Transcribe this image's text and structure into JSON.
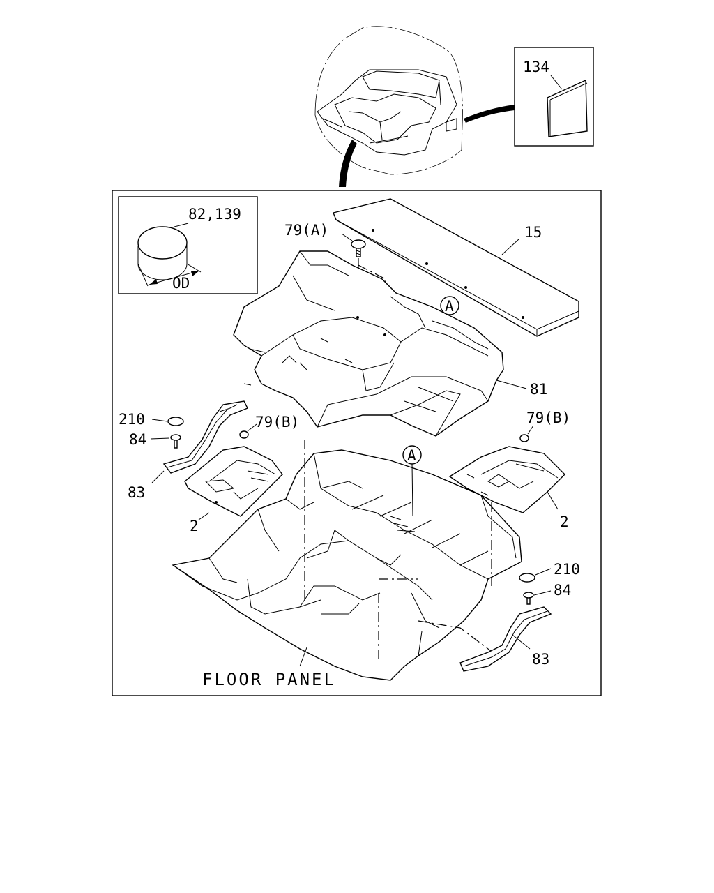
{
  "diagram": {
    "labels": {
      "part_134": "134",
      "part_82_139": "82,139",
      "dim_od": "OD",
      "part_79a": "79(A)",
      "part_15": "15",
      "ref_a_upper": "A",
      "part_81": "81",
      "part_210_left": "210",
      "part_84_left": "84",
      "part_83_left": "83",
      "part_79b_left": "79(B)",
      "part_2_left": "2",
      "ref_a_lower": "A",
      "part_79b_right": "79(B)",
      "part_2_right": "2",
      "part_210_right": "210",
      "part_84_right": "84",
      "part_83_right": "83",
      "floor_panel": "FLOOR PANEL"
    }
  }
}
